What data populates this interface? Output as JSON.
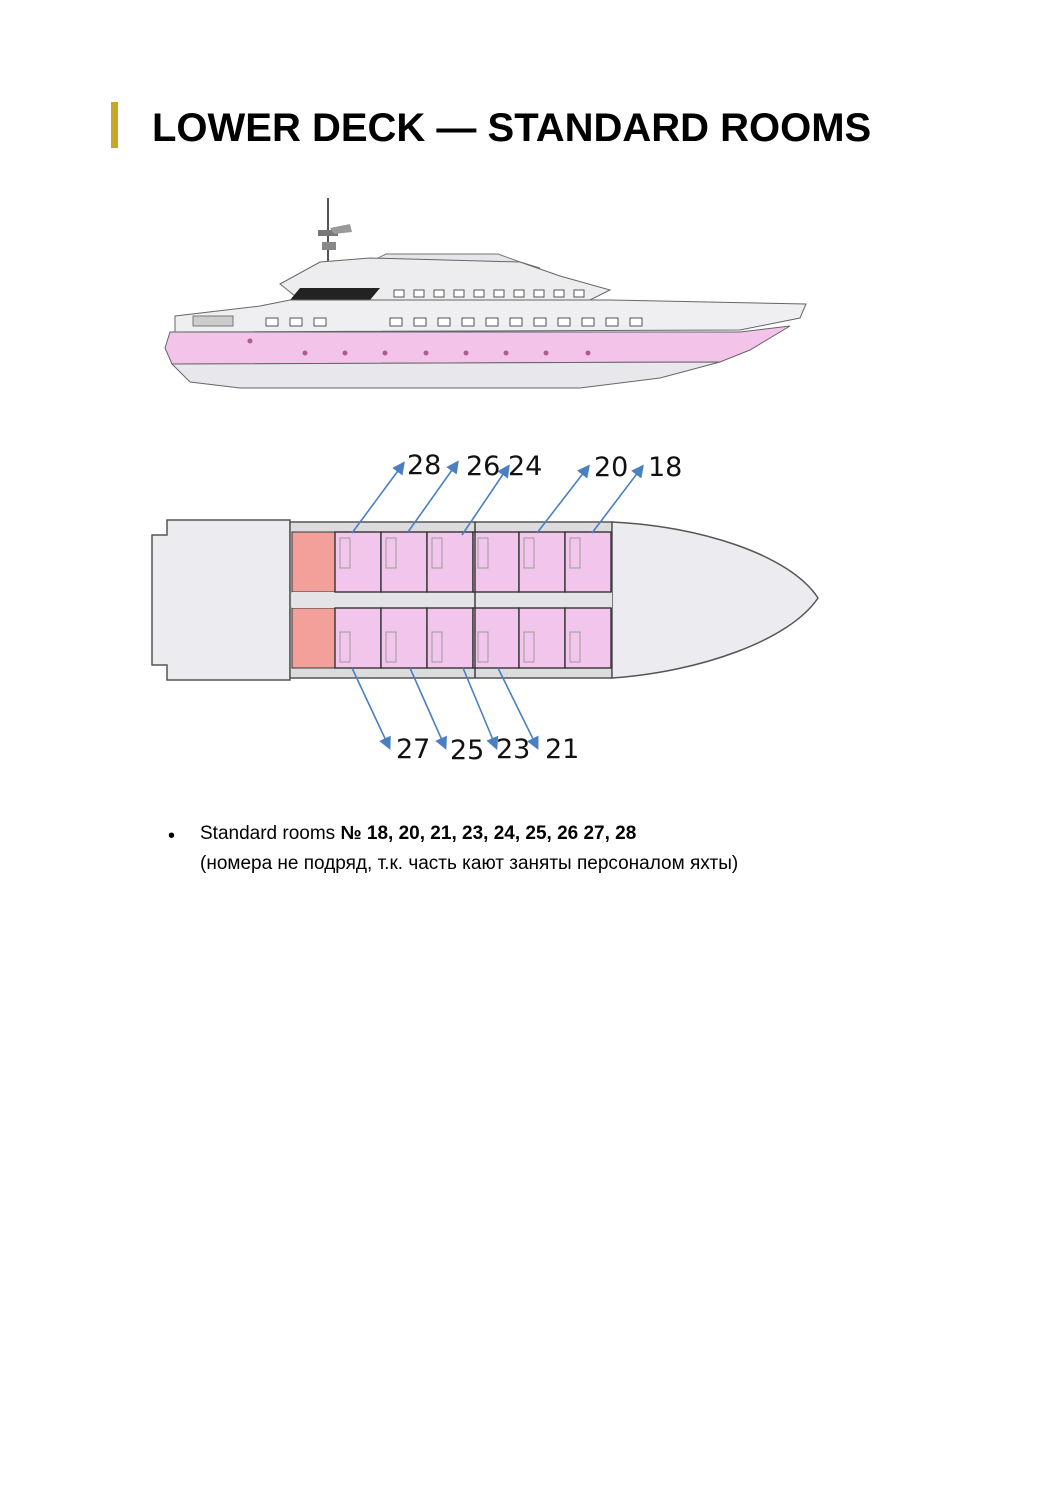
{
  "header": {
    "title": "LOWER DECK — STANDARD ROOMS",
    "accent_color": "#c9a826"
  },
  "deck_plan": {
    "top_labels": [
      "28",
      "26",
      "24",
      "20",
      "18"
    ],
    "bottom_labels": [
      "27",
      "25",
      "23",
      "21"
    ],
    "arrow_color": "#4a7fc1",
    "room_color": "#f2c6ec",
    "crew_room_color": "#f4a09a"
  },
  "notes": {
    "prefix": "Standard rooms ",
    "rooms": "№ 18, 20, 21, 23, 24, 25, 26 27, 28",
    "remark": "(номера не подряд, т.к. часть кают заняты персоналом яхты)"
  }
}
